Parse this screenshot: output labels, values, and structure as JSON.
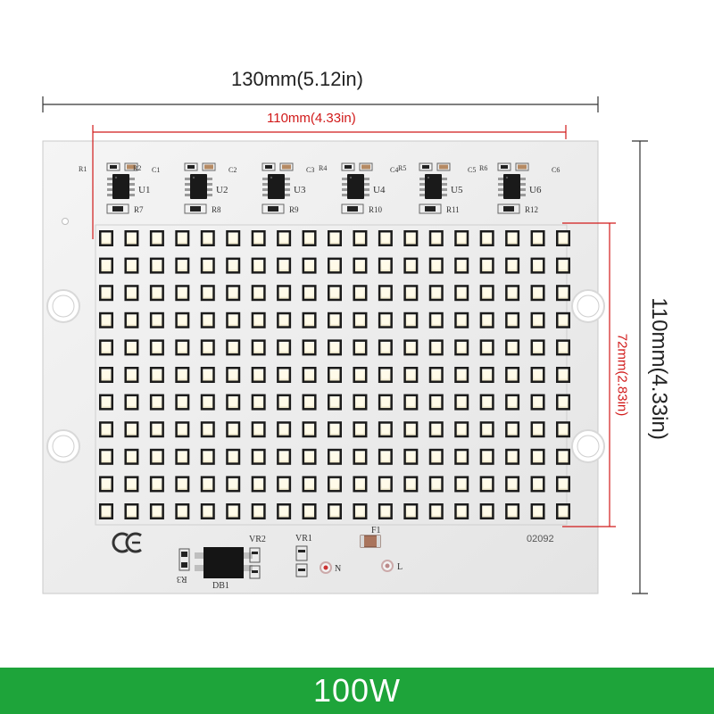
{
  "dimensions": {
    "board_width": "130mm(5.12in)",
    "led_area_width": "110mm(4.33in)",
    "board_height": "110mm(4.33in)",
    "led_area_height": "72mm(2.83in)"
  },
  "board": {
    "code": "02092",
    "ce_mark": "CE",
    "led_rows": 11,
    "led_cols": 19,
    "chips": [
      "U1",
      "U2",
      "U3",
      "U4",
      "U5",
      "U6"
    ],
    "top_labels": [
      "R1",
      "R2",
      "C1",
      "C2",
      "C3",
      "R4",
      "C4",
      "R5",
      "C5",
      "R6",
      "C6"
    ],
    "resistor_labels": [
      "R7",
      "R8",
      "R9",
      "R10",
      "R11",
      "R12"
    ],
    "bottom_labels": {
      "rectifier": "DB1",
      "r3": "R3",
      "vr2": "VR2",
      "vr1": "VR1",
      "fuse": "F1",
      "neutral": "N",
      "live": "L"
    }
  },
  "footer": {
    "power": "100W"
  },
  "colors": {
    "board": "#efefef",
    "led": "#fdf8e6",
    "dimension_red": "#d11a1a",
    "footer_green": "#1ea43a"
  }
}
